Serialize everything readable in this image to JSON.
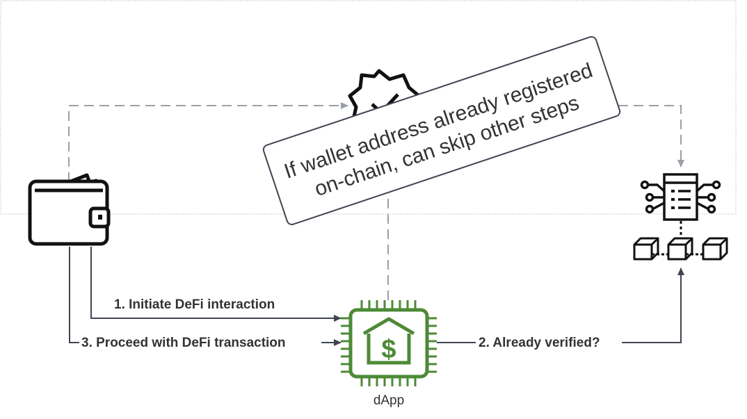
{
  "edges": {
    "step1": "1. Initiate DeFi interaction",
    "step2": "2. Already verified?",
    "step3": "3. Proceed with DeFi transaction"
  },
  "nodes": {
    "dapp_label": "dApp"
  },
  "note": {
    "line1": "If wallet address already registered",
    "line2": "on-chain, can skip other steps"
  },
  "colors": {
    "line": "#3f4451",
    "dashed": "#9aa0a8",
    "dapp_green": "#4d8a36",
    "text": "#333333"
  },
  "icons": [
    "wallet-icon",
    "verified-badge-icon",
    "server-network-icon",
    "blockchain-icon",
    "dapp-chip-icon"
  ]
}
